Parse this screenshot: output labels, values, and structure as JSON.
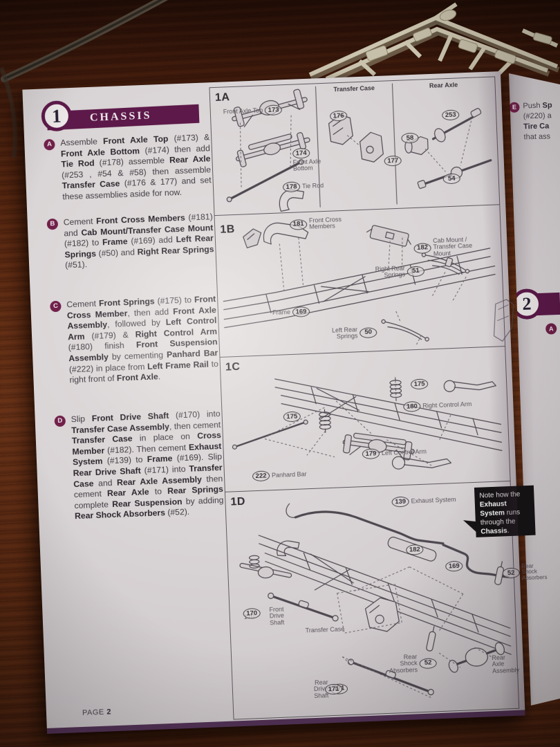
{
  "header": {
    "section_number": "1",
    "title": "CHASSIS"
  },
  "steps": [
    {
      "letter": "A",
      "segments": [
        {
          "t": "Assemble ",
          "b": 0
        },
        {
          "t": "Front Axle Top",
          "b": 1
        },
        {
          "t": " (#173) & ",
          "b": 0
        },
        {
          "t": "Front Axle Bottom",
          "b": 1
        },
        {
          "t": " (#174) then add ",
          "b": 0
        },
        {
          "t": "Tie Rod",
          "b": 1
        },
        {
          "t": " (#178) assemble ",
          "b": 0
        },
        {
          "t": "Rear Axle",
          "b": 1
        },
        {
          "t": " (#253 , #54 & #58) then assemble ",
          "b": 0
        },
        {
          "t": "Transfer Case",
          "b": 1
        },
        {
          "t": " (#176 & 177) and set these assemblies aside for now.",
          "b": 0
        }
      ]
    },
    {
      "letter": "B",
      "segments": [
        {
          "t": "Cement ",
          "b": 0
        },
        {
          "t": "Front Cross Members",
          "b": 1
        },
        {
          "t": " (#181) and ",
          "b": 0
        },
        {
          "t": "Cab Mount/Transfer Case Mount",
          "b": 1
        },
        {
          "t": " (#182) to ",
          "b": 0
        },
        {
          "t": "Frame",
          "b": 1
        },
        {
          "t": " (#169) add ",
          "b": 0
        },
        {
          "t": "Left Rear Springs",
          "b": 1
        },
        {
          "t": " (#50) and ",
          "b": 0
        },
        {
          "t": "Right Rear Springs",
          "b": 1
        },
        {
          "t": " (#51).",
          "b": 0
        }
      ]
    },
    {
      "letter": "C",
      "segments": [
        {
          "t": "Cement ",
          "b": 0
        },
        {
          "t": "Front Springs",
          "b": 1
        },
        {
          "t": " (#175) to ",
          "b": 0
        },
        {
          "t": "Front Cross Member",
          "b": 1
        },
        {
          "t": ", then add ",
          "b": 0
        },
        {
          "t": "Front Axle Assembly",
          "b": 1
        },
        {
          "t": ", followed by ",
          "b": 0
        },
        {
          "t": "Left Control Arm",
          "b": 1
        },
        {
          "t": " (#179) & ",
          "b": 0
        },
        {
          "t": "Right Control Arm",
          "b": 1
        },
        {
          "t": " (#180) finish ",
          "b": 0
        },
        {
          "t": "Front Suspension Assembly",
          "b": 1
        },
        {
          "t": " by cementing ",
          "b": 0
        },
        {
          "t": "Panhard Bar",
          "b": 1
        },
        {
          "t": " (#222) in place from ",
          "b": 0
        },
        {
          "t": "Left Frame Rail",
          "b": 1
        },
        {
          "t": " to right front of ",
          "b": 0
        },
        {
          "t": "Front Axle",
          "b": 1
        },
        {
          "t": ".",
          "b": 0
        }
      ]
    },
    {
      "letter": "D",
      "segments": [
        {
          "t": "Slip ",
          "b": 0
        },
        {
          "t": "Front Drive Shaft",
          "b": 1
        },
        {
          "t": " (#170) into ",
          "b": 0
        },
        {
          "t": "Transfer Case Assembly",
          "b": 1
        },
        {
          "t": ", then cement ",
          "b": 0
        },
        {
          "t": "Transfer Case",
          "b": 1
        },
        {
          "t": " in place on ",
          "b": 0
        },
        {
          "t": "Cross Member",
          "b": 1
        },
        {
          "t": " (#182). Then cement ",
          "b": 0
        },
        {
          "t": "Exhaust System",
          "b": 1
        },
        {
          "t": " (#139) to ",
          "b": 0
        },
        {
          "t": "Frame",
          "b": 1
        },
        {
          "t": " (#169). Slip ",
          "b": 0
        },
        {
          "t": "Rear Drive Shaft",
          "b": 1
        },
        {
          "t": " (#171) into ",
          "b": 0
        },
        {
          "t": "Transfer Case",
          "b": 1
        },
        {
          "t": " and ",
          "b": 0
        },
        {
          "t": "Rear Axle Assembly",
          "b": 1
        },
        {
          "t": " then cement ",
          "b": 0
        },
        {
          "t": "Rear Axle",
          "b": 1
        },
        {
          "t": " to ",
          "b": 0
        },
        {
          "t": "Rear Springs",
          "b": 1
        },
        {
          "t": " complete ",
          "b": 0
        },
        {
          "t": "Rear Suspension",
          "b": 1
        },
        {
          "t": " by adding ",
          "b": 0
        },
        {
          "t": "Rear Shock Absorbers",
          "b": 1
        },
        {
          "t": " (#52).",
          "b": 0
        }
      ]
    }
  ],
  "footer": {
    "label": "PAGE",
    "number": "2"
  },
  "diagrams": {
    "p1a": {
      "title": "1A",
      "transfer_case_header": "Transfer Case",
      "rear_axle_header": "Rear Axle",
      "labels": {
        "front_axle_top": {
          "num": "173",
          "text": "Front Axle Top"
        },
        "front_axle_bottom": {
          "num": "174",
          "text": "Front Axle Bottom"
        },
        "tie_rod": {
          "num": "178",
          "text": "Tie Rod"
        },
        "transfer_case_176": {
          "num": "176"
        },
        "transfer_case_177": {
          "num": "177"
        },
        "rear_axle_58": {
          "num": "58"
        },
        "rear_axle_253": {
          "num": "253"
        },
        "rear_axle_54": {
          "num": "54"
        }
      }
    },
    "p1b": {
      "title": "1B",
      "labels": {
        "front_cross_members": {
          "num": "181",
          "text": "Front Cross Members"
        },
        "cab_mount": {
          "num": "182",
          "text": "Cab Mount / Transfer Case Mount"
        },
        "right_rear_springs": {
          "num": "51",
          "text": "Right Rear Springs"
        },
        "frame": {
          "num": "169",
          "text": "Frame"
        },
        "left_rear_springs": {
          "num": "50",
          "text": "Left Rear Springs"
        }
      }
    },
    "p1c": {
      "title": "1C",
      "labels": {
        "front_springs_upper": {
          "num": "175"
        },
        "front_springs_lower": {
          "num": "175"
        },
        "panhard_bar": {
          "num": "222",
          "text": "Panhard Bar"
        },
        "left_control_arm": {
          "num": "179",
          "text": "Left Control Arm"
        },
        "right_control_arm": {
          "num": "180",
          "text": "Right Control Arm"
        }
      }
    },
    "p1d": {
      "title": "1D",
      "labels": {
        "exhaust_system": {
          "num": "139",
          "text": "Exhaust System"
        },
        "cross_member": {
          "num": "182"
        },
        "frame": {
          "num": "169"
        },
        "rear_shock_right": {
          "num": "52",
          "text": "Rear Shock Absorbers"
        },
        "front_drive_shaft": {
          "num": "170",
          "text": "Front Drive Shaft"
        },
        "transfer_case": {
          "text": "Transfer Case"
        },
        "rear_shock_lower": {
          "num": "52",
          "text": "Rear Shock Absorbers"
        },
        "rear_drive_shaft": {
          "num": "171",
          "text": "Rear Drive Shaft"
        },
        "rear_axle_assembly": {
          "text": "Rear Axle Assembly"
        }
      },
      "note_segments": [
        {
          "t": "Note how the ",
          "b": 0
        },
        {
          "t": "Exhaust System",
          "b": 1
        },
        {
          "t": " runs through the ",
          "b": 0
        },
        {
          "t": "Chassis",
          "b": 1
        },
        {
          "t": ".",
          "b": 0
        }
      ]
    }
  },
  "next_page": {
    "step_letter": "E",
    "lines": [
      [
        {
          "t": "Push ",
          "b": 0
        },
        {
          "t": "Sp",
          "b": 1
        }
      ],
      [
        {
          "t": "(#220) a",
          "b": 0
        }
      ],
      [
        {
          "t": "Tire Ca",
          "b": 1
        }
      ],
      [
        {
          "t": "that ass",
          "b": 0
        }
      ]
    ],
    "section_number": "2",
    "step_a_letter": "A"
  },
  "colors": {
    "banner_purple": "#5c1949",
    "badge_maroon": "#71204a",
    "paper": "#d8d3d5",
    "note_bg": "#171416",
    "wood_brown": "#5a2810",
    "sprue_plastic": "#c9c2ae"
  }
}
